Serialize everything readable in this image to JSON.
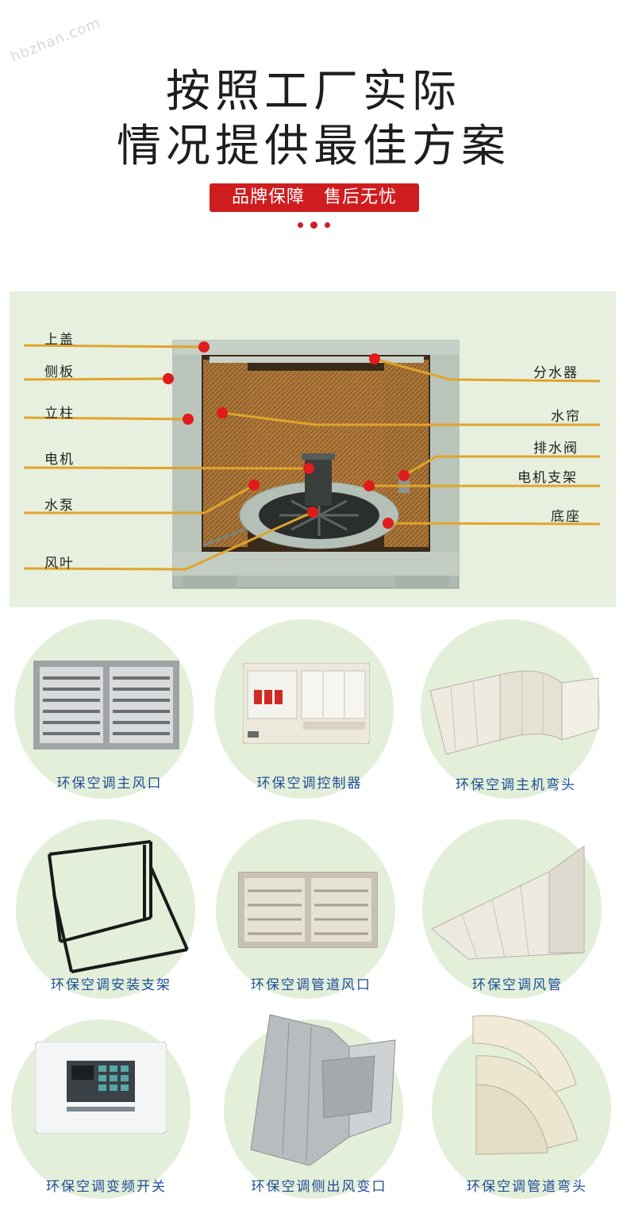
{
  "watermark": "hbzhan.com",
  "headline": {
    "line1": "按照工厂实际",
    "line2": "情况提供最佳方案"
  },
  "badge": {
    "left": "品牌保障",
    "right": "售后无忧"
  },
  "colors": {
    "accent_red": "#cf1d1f",
    "leader_line": "#e0a42a",
    "panel_bg": "#e7f0df",
    "caption_blue": "#1e4e97"
  },
  "diagram": {
    "left_labels": [
      "上盖",
      "侧板",
      "立柱",
      "电机",
      "水泵",
      "风叶"
    ],
    "right_labels": [
      "分水器",
      "水帘",
      "排水阀",
      "电机支架",
      "底座"
    ]
  },
  "accessories": [
    {
      "name": "环保空调主风口",
      "icon": "air-outlet-grille"
    },
    {
      "name": "环保空调控制器",
      "icon": "control-box"
    },
    {
      "name": "环保空调主机弯头",
      "icon": "duct-elbow"
    },
    {
      "name": "环保空调安装支架",
      "icon": "mounting-bracket"
    },
    {
      "name": "环保空调管道风口",
      "icon": "duct-grille"
    },
    {
      "name": "环保空调风管",
      "icon": "straight-duct"
    },
    {
      "name": "环保空调变频开关",
      "icon": "inverter-switch"
    },
    {
      "name": "环保空调侧出风变口",
      "icon": "side-outlet-transition"
    },
    {
      "name": "环保空调管道弯头",
      "icon": "duct-bend"
    }
  ]
}
